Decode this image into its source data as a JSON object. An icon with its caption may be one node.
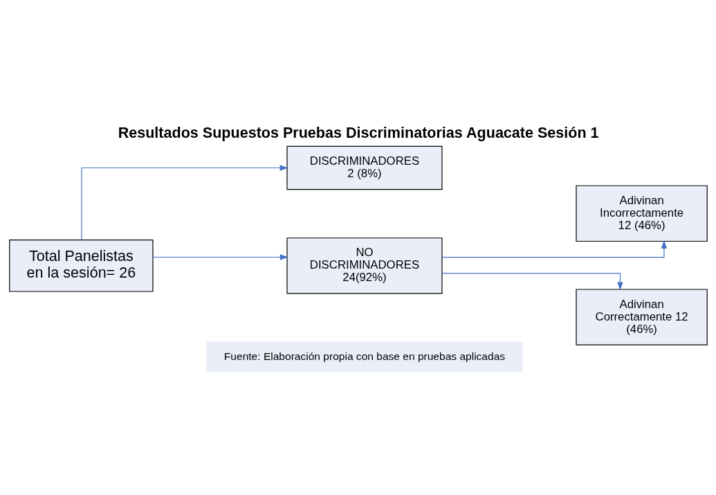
{
  "diagram": {
    "title": "Resultados Supuestos Pruebas Discriminatorias Aguacate Sesión 1",
    "nodes": [
      {
        "text": [
          "Total Panelistas en la sesión= 26"
        ]
      },
      {
        "text": [
          "DISCRIMINADORES 2 (8%)"
        ]
      },
      {
        "text": [
          "NO DISCRIMINADORES 24(92%)"
        ]
      },
      {
        "text": [
          "Adivinan Incorrectamente 12 (46%)"
        ]
      },
      {
        "text": [
          "Adivinan Correctamente 12 (46%)"
        ]
      }
    ],
    "edges": [
      {
        "from": 0,
        "to": 1,
        "arrow": "to"
      },
      {
        "from": 0,
        "to": 2,
        "arrow": "to"
      },
      {
        "from": 2,
        "to": 3,
        "arrow": "to"
      },
      {
        "from": 2,
        "to": 4,
        "arrow": "to"
      }
    ],
    "labels": [
      "Fuente: Elaboración propia con base en pruebas aplicadas"
    ]
  }
}
